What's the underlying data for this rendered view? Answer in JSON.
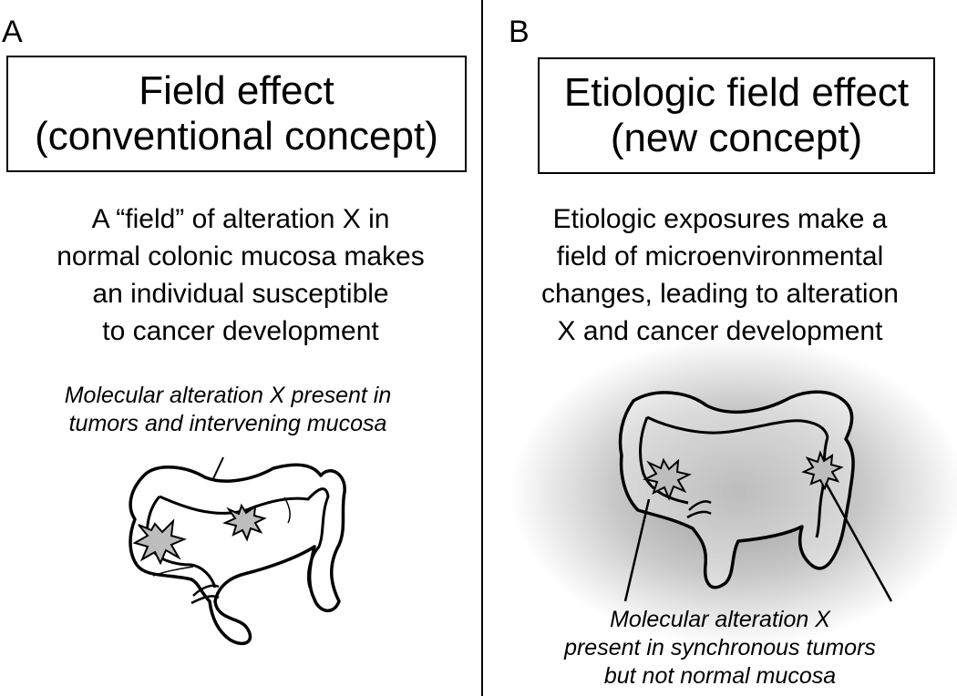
{
  "panel_a": {
    "letter": "A",
    "title_lines": [
      "Field effect",
      "(conventional concept)"
    ],
    "description_lines": [
      "A “field” of alteration X in",
      "normal colonic mucosa makes",
      "an individual susceptible",
      "to cancer development"
    ],
    "annotation_lines": [
      "Molecular alteration X present in",
      "tumors and intervening mucosa"
    ]
  },
  "panel_b": {
    "letter": "B",
    "title_lines": [
      "Etiologic field effect",
      "(new concept)"
    ],
    "description_lines": [
      "Etiologic exposures make a",
      "field of microenvironmental",
      "changes, leading to alteration",
      "X and cancer development"
    ],
    "annotation_lines": [
      "Molecular alteration X",
      "present in synchronous tumors",
      "but not normal mucosa"
    ]
  },
  "colors": {
    "ink": "#000000",
    "tumor_fill": "#bdbdbd",
    "field_shade": "#9a9a9a",
    "background": "#ffffff"
  }
}
